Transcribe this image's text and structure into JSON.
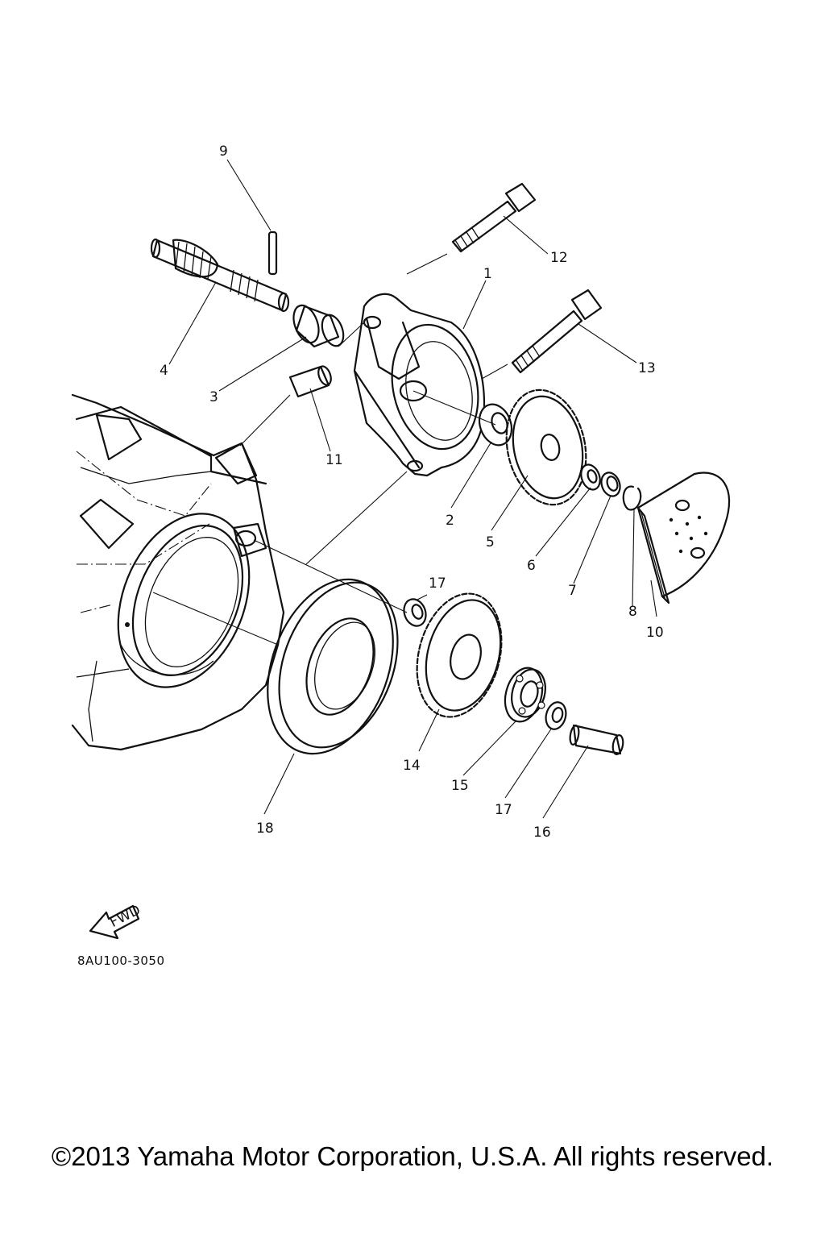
{
  "diagram": {
    "callouts": [
      "9",
      "12",
      "1",
      "13",
      "4",
      "3",
      "11",
      "2",
      "5",
      "6",
      "7",
      "8",
      "10",
      "17",
      "14",
      "15",
      "17",
      "16",
      "18"
    ],
    "fwd_label": "FWD",
    "code": "8AU100-3050"
  },
  "footer": {
    "copyright": "©2013 Yamaha Motor Corporation, U.S.A. All rights reserved."
  }
}
